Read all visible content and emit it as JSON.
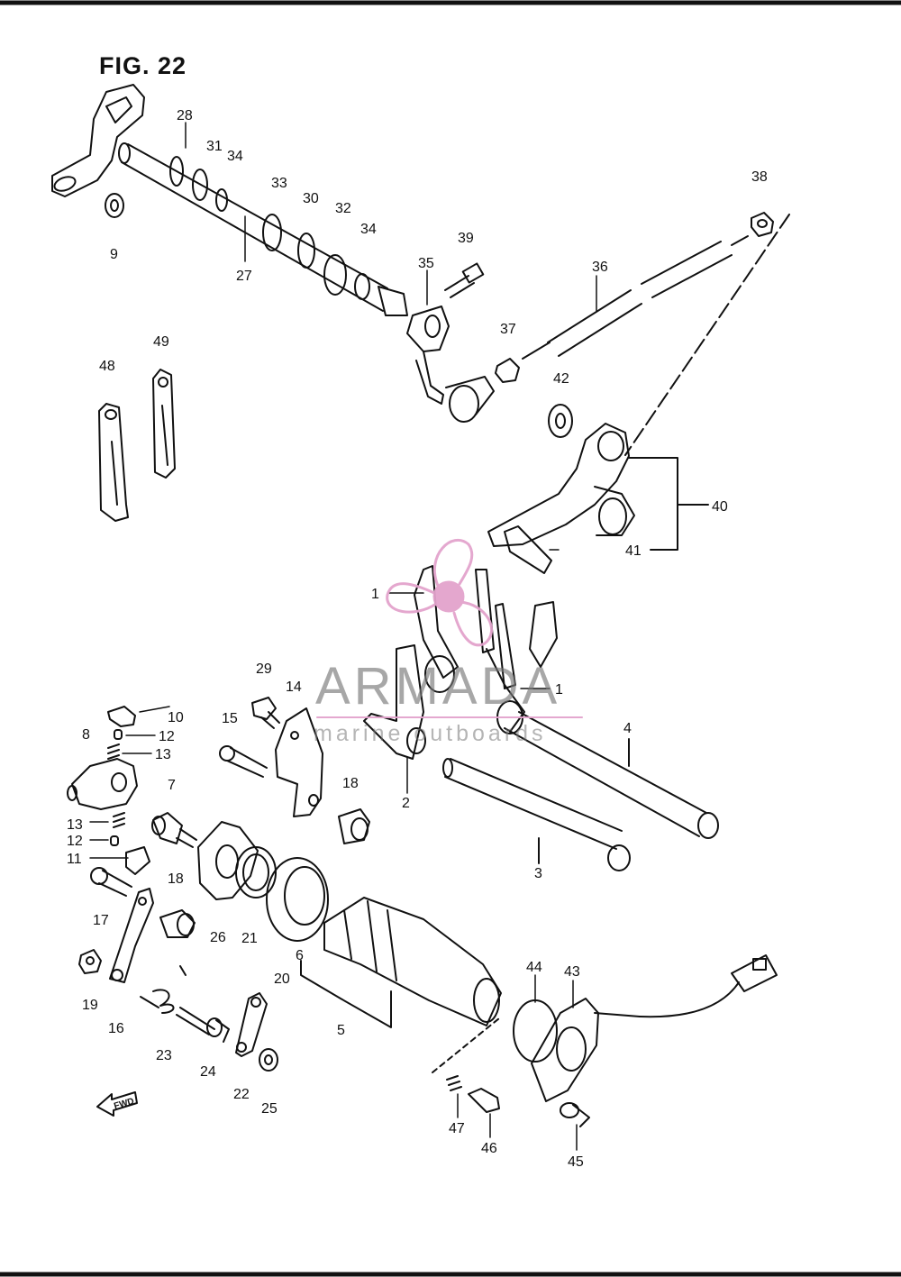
{
  "figure": {
    "title": "FIG. 22"
  },
  "watermark": {
    "brand": "ARMADA",
    "tagline": "marine outboards",
    "accent_color": "#e3a3cc"
  },
  "fwd_label": "FWD",
  "callouts": [
    "1",
    "1",
    "2",
    "3",
    "4",
    "5",
    "6",
    "7",
    "8",
    "9",
    "10",
    "11",
    "12",
    "12",
    "13",
    "13",
    "14",
    "15",
    "16",
    "17",
    "18",
    "18",
    "19",
    "20",
    "21",
    "22",
    "23",
    "24",
    "25",
    "26",
    "27",
    "28",
    "29",
    "30",
    "31",
    "32",
    "33",
    "34",
    "34",
    "35",
    "36",
    "37",
    "38",
    "39",
    "40",
    "41",
    "42",
    "43",
    "44",
    "45",
    "46",
    "47",
    "48",
    "49"
  ]
}
